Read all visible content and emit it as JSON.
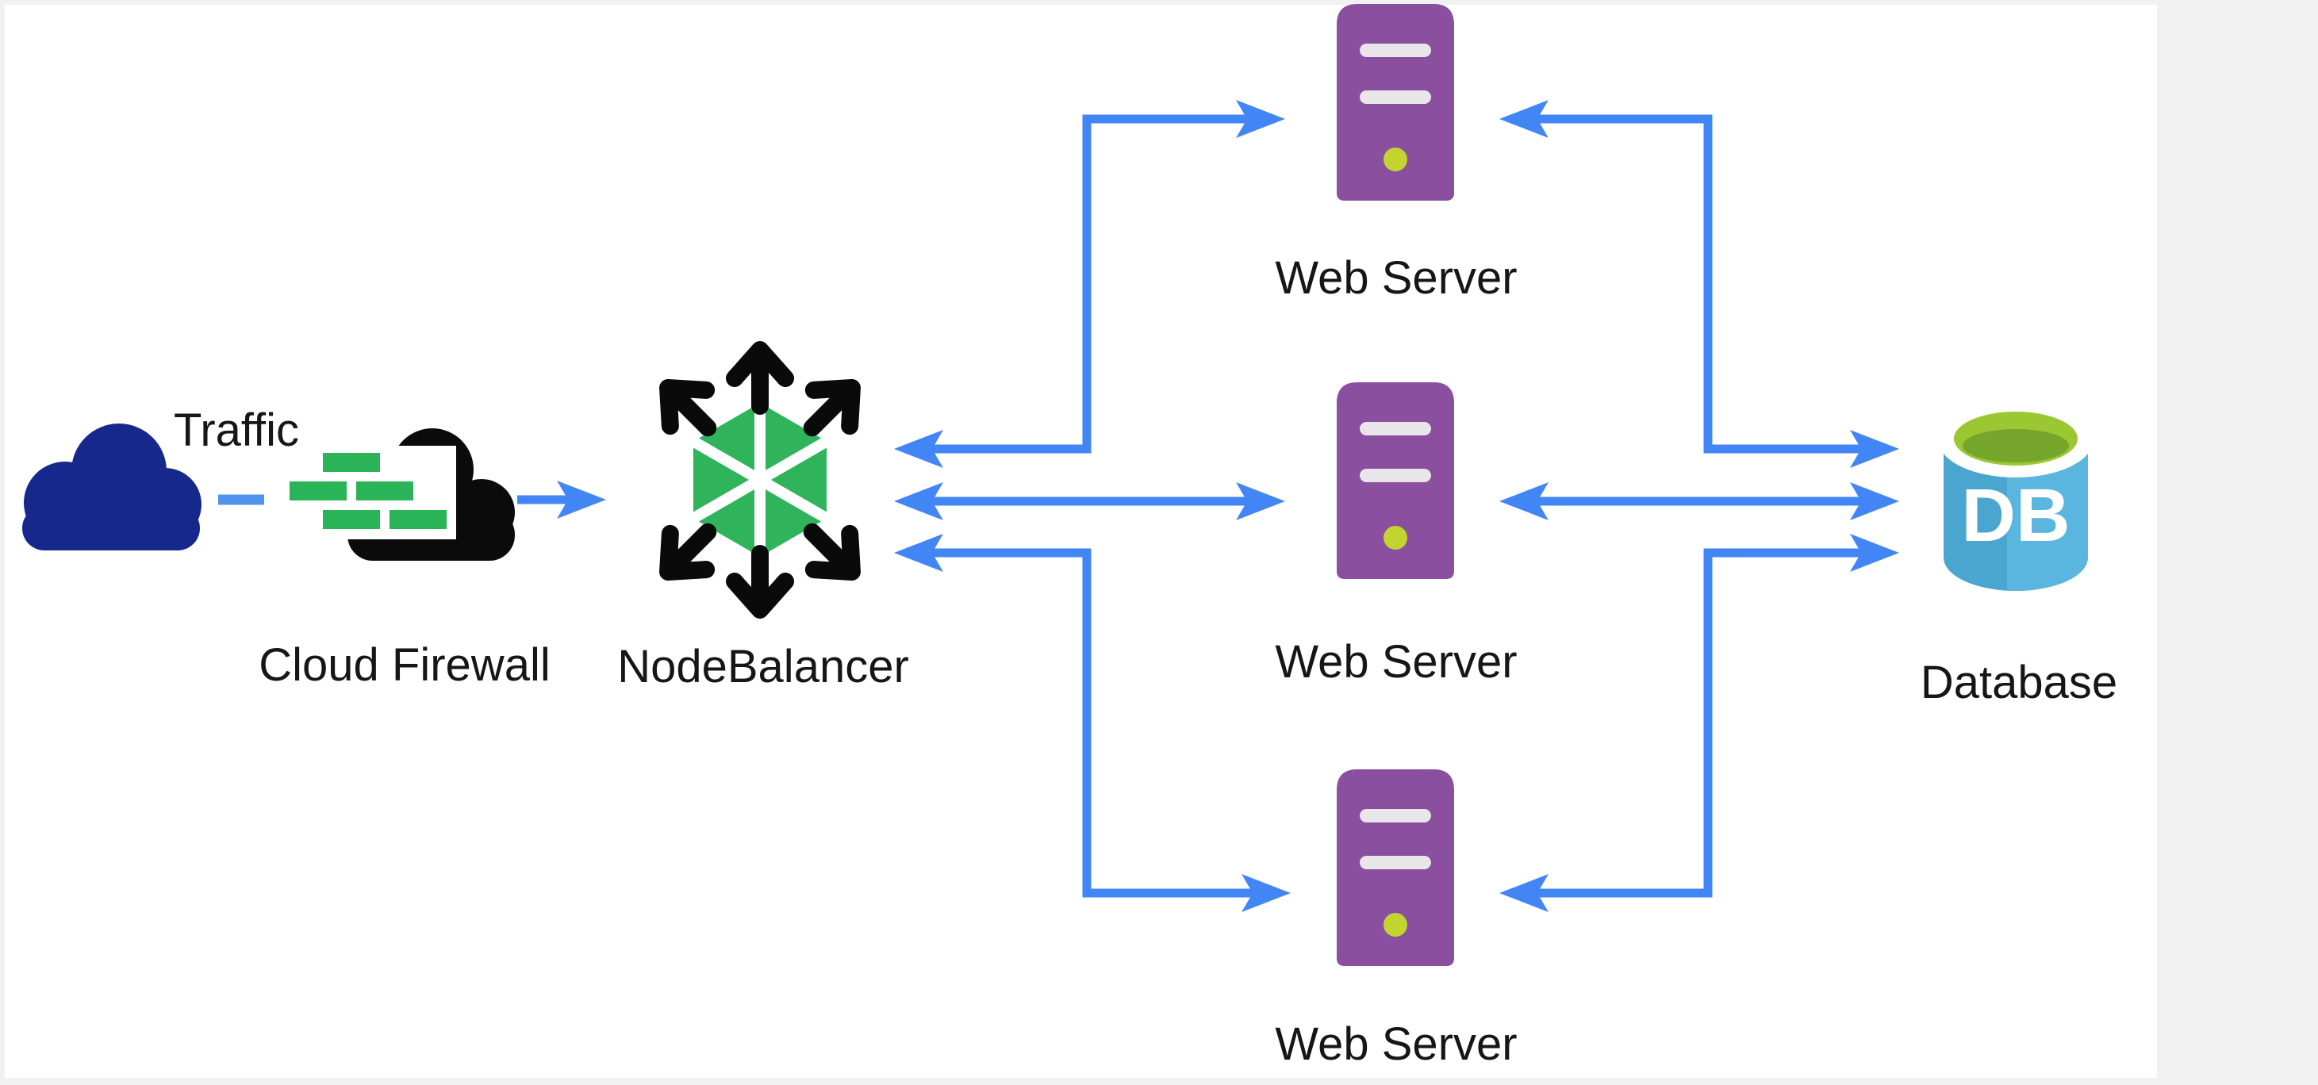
{
  "diagram": {
    "title_hint": "Load balanced web application architecture",
    "background": "#f1f1f2",
    "canvas_background": "#ffffff",
    "arrow_color": "#4285f4",
    "dash_color": "#4f93ec",
    "colors": {
      "traffic_cloud": "#17288c",
      "firewall_cloud": "#0b0b0b",
      "firewall_brick": "#2bb457",
      "nodebalancer_green": "#2fb45c",
      "nodebalancer_black": "#0a0a0a",
      "server_purple": "#8a4f9e",
      "server_slot": "#e9e6ea",
      "server_led": "#c3d431",
      "db_body_left": "#4aa6cf",
      "db_body_right": "#5ab6de",
      "db_top_green": "#9bc832",
      "db_top_green_dark": "#75a52b",
      "label_color": "#161616"
    },
    "nodes": [
      {
        "id": "traffic",
        "label": "Traffic",
        "icon": "cloud-icon"
      },
      {
        "id": "cloud-firewall",
        "label": "Cloud Firewall",
        "icon": "firewall-icon"
      },
      {
        "id": "nodebalancer",
        "label": "NodeBalancer",
        "icon": "nodebalancer-icon"
      },
      {
        "id": "web-server-top",
        "label": "Web Server",
        "icon": "server-icon"
      },
      {
        "id": "web-server-middle",
        "label": "Web Server",
        "icon": "server-icon"
      },
      {
        "id": "web-server-bottom",
        "label": "Web Server",
        "icon": "server-icon"
      },
      {
        "id": "database",
        "label": "Database",
        "icon": "database-icon",
        "icon_text": "DB"
      }
    ],
    "edges": [
      {
        "from": "traffic",
        "to": "cloud-firewall",
        "style": "dash",
        "direction": "none"
      },
      {
        "from": "cloud-firewall",
        "to": "nodebalancer",
        "style": "arrow",
        "direction": "forward"
      },
      {
        "from": "nodebalancer",
        "to": "web-server-top",
        "style": "arrow",
        "direction": "both"
      },
      {
        "from": "nodebalancer",
        "to": "web-server-middle",
        "style": "arrow",
        "direction": "both"
      },
      {
        "from": "nodebalancer",
        "to": "web-server-bottom",
        "style": "arrow",
        "direction": "both"
      },
      {
        "from": "web-server-top",
        "to": "database",
        "style": "arrow",
        "direction": "both"
      },
      {
        "from": "web-server-middle",
        "to": "database",
        "style": "arrow",
        "direction": "both"
      },
      {
        "from": "web-server-bottom",
        "to": "database",
        "style": "arrow",
        "direction": "both"
      }
    ]
  }
}
